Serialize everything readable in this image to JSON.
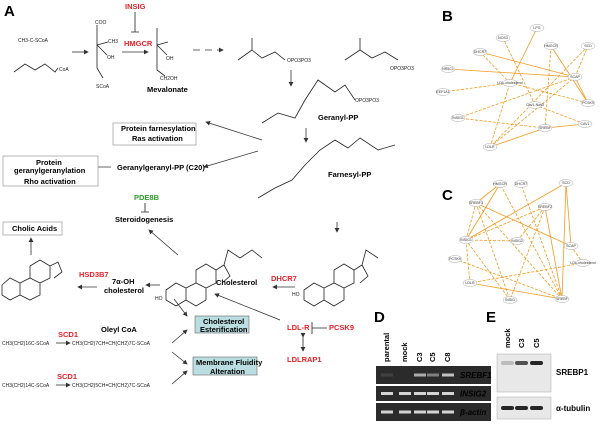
{
  "panels": {
    "a": "A",
    "b": "B",
    "c": "C",
    "d": "D",
    "e": "E"
  },
  "pathway": {
    "insig": "INSIG",
    "hmgcr": "HMGCR",
    "mevalonate": "Mevalonate",
    "acetyl": "CH3-C-SCoA",
    "acetoacetyl": "SCoA",
    "coa": "CoA",
    "hmg_coo": "COO",
    "hmg_ch3": "CH3",
    "hmg_oh": "OH",
    "hmg_scoa": "SCoA",
    "mev_ch2oh": "CH2OH",
    "ipp_pp": "OPO3PO3",
    "geranyl_pp": "Geranyl-PP",
    "farnesyl_pp": "Farnesyl-PP",
    "farnesylation": [
      "Protein farnesylation",
      "Ras activation"
    ],
    "ggpp": "Geranylgeranyl-PP (C20)",
    "geranylgeranylation": [
      "Protein",
      "geranylgeranylation",
      "Rho activation"
    ],
    "pde8b": "PDE8B",
    "steroidogenesis": "Steroidogenesis",
    "cholic_acids": "Cholic Acids",
    "hsd3b7": "HSD3B7",
    "oh_chol": [
      "7α-OH",
      "cholesterol"
    ],
    "cholesterol": "Cholesterol",
    "dhcr7": "DHCR7",
    "esterification": [
      "Cholesterol",
      "Esterification"
    ],
    "fluidity": [
      "Membrane Fluidity",
      "Alteration"
    ],
    "ldlr": "LDL-R",
    "pcsk9": "PCSK9",
    "ldlrap1": "LDLRAP1",
    "scd1": "SCD1",
    "oleyl": "Oleyl CoA",
    "stearoyl": "CH3(CH2)16C-SCoA",
    "oleoyl": "CH3(CH2)7CH=CH(CH2)7C-SCoA",
    "palmitoyl": "CH3(CH2)14C-SCoA",
    "palmitoleoyl": "CH3(CH2)5CH=CH(CH2)7C-SCoA",
    "ho": "HO",
    "box_fill": "#b9dde0",
    "gene_color": "#e8202a",
    "pde_color": "#2ca02c"
  },
  "network_b": {
    "nodes": [
      "NOS3",
      "LPG",
      "HMGCR",
      "SCD",
      "DHCR7",
      "NR5C1",
      "SCAP",
      "LDL-cholesterol",
      "EEF1A1",
      "PCSK9",
      "Cav1-Nos3",
      "INSIG1",
      "CAV1",
      "SREBF",
      "LDLR"
    ],
    "edges": [
      [
        5,
        6
      ],
      [
        8,
        7
      ],
      [
        7,
        4
      ],
      [
        7,
        1
      ],
      [
        10,
        0
      ],
      [
        10,
        12
      ],
      [
        6,
        4
      ],
      [
        6,
        3
      ],
      [
        6,
        11
      ],
      [
        6,
        9
      ],
      [
        2,
        13
      ],
      [
        13,
        11
      ],
      [
        13,
        14
      ],
      [
        14,
        7
      ],
      [
        14,
        6
      ],
      [
        13,
        12
      ],
      [
        3,
        14
      ],
      [
        7,
        9
      ],
      [
        2,
        9
      ]
    ],
    "edge_color": "#f39a1e"
  },
  "network_c": {
    "nodes": [
      "HMGCR",
      "DHCR7",
      "SCD",
      "SREBF1",
      "SREBF2",
      "INSIG1",
      "INSIG2",
      "SCAP",
      "PCSK9",
      "LDL-cholesterol",
      "LDLR",
      "SREBF",
      "INSIG"
    ],
    "edges": [
      [
        5,
        0
      ],
      [
        5,
        3
      ],
      [
        5,
        4
      ],
      [
        5,
        2
      ],
      [
        5,
        6
      ],
      [
        5,
        10
      ],
      [
        3,
        7
      ],
      [
        3,
        11
      ],
      [
        3,
        12
      ],
      [
        4,
        11
      ],
      [
        4,
        12
      ],
      [
        4,
        6
      ],
      [
        7,
        2
      ],
      [
        7,
        9
      ],
      [
        8,
        11
      ],
      [
        10,
        11
      ],
      [
        11,
        1
      ],
      [
        11,
        0
      ],
      [
        2,
        11
      ],
      [
        9,
        10
      ],
      [
        12,
        5
      ],
      [
        3,
        0
      ]
    ],
    "edge_color": "#f39a1e"
  },
  "gel_d": {
    "lanes": [
      "parental",
      "mock",
      "C3",
      "C5",
      "C8"
    ],
    "rows": [
      "SREBF1",
      "INSIG2",
      "β-actin"
    ],
    "band_intensity": {
      "SREBF1": [
        0.1,
        0,
        0.6,
        0.4,
        0.7
      ],
      "INSIG2": [
        0.8,
        0.8,
        0.8,
        0.8,
        0.8
      ],
      "β-actin": [
        0.8,
        0.8,
        0.8,
        0.8,
        0.8
      ]
    }
  },
  "blot_e": {
    "lanes": [
      "mock",
      "C3",
      "C5"
    ],
    "rows": [
      "SREBP1",
      "α-tubulin"
    ],
    "band_intensity": {
      "SREBP1": [
        0.2,
        0.7,
        0.9
      ],
      "α-tubulin": [
        0.9,
        0.9,
        0.9
      ]
    }
  }
}
